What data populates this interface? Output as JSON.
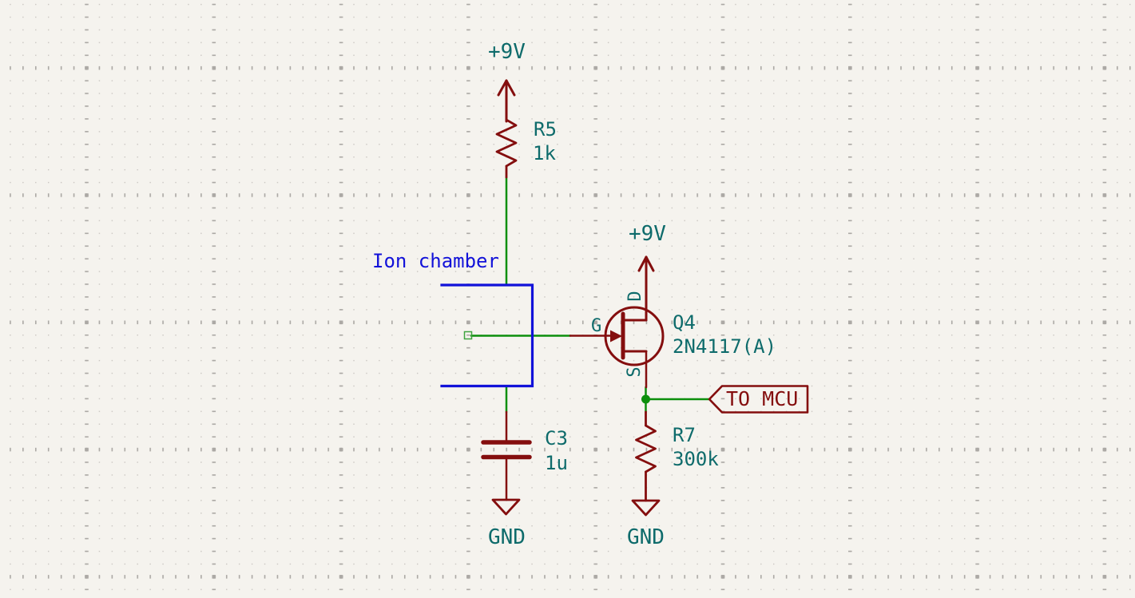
{
  "app": "schematic-editor-canvas",
  "colors": {
    "bg": "#F5F3EE",
    "grid_dot": "#C9C5C1",
    "grid_axis": "#ACA9A5",
    "wire": "#0C8F0C",
    "device": "#840E0E",
    "field": "#0E6B6B",
    "note": "#1212D9",
    "label": "#840E0E",
    "dangling": "#3FA33F"
  },
  "power": {
    "plus9v_top": "+9V",
    "plus9v_fet": "+9V",
    "gnd_c3": "GND",
    "gnd_r7": "GND"
  },
  "components": {
    "r5": {
      "ref": "R5",
      "value": "1k"
    },
    "r7": {
      "ref": "R7",
      "value": "300k"
    },
    "c3": {
      "ref": "C3",
      "value": "1u"
    },
    "q4": {
      "ref": "Q4",
      "value": "2N4117(A)",
      "pin_d": "D",
      "pin_g": "G",
      "pin_s": "S"
    }
  },
  "notes": {
    "ion_chamber": "Ion chamber"
  },
  "labels": {
    "to_mcu": "TO MCU"
  }
}
